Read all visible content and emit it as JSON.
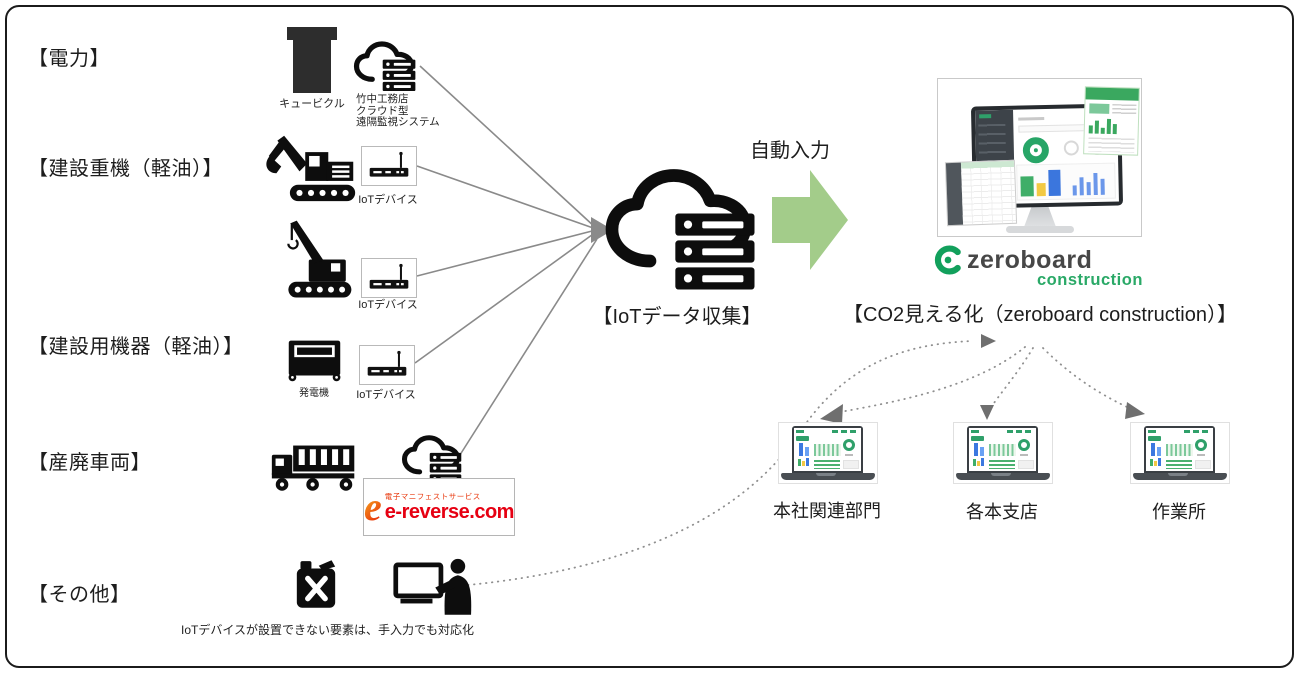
{
  "frame": {
    "background": "#ffffff",
    "border_color": "#1b1b1b"
  },
  "categories": {
    "power": "【電力】",
    "heavy_machinery": "【建設重機（軽油）】",
    "construction_equipment": "【建設用機器（軽油）】",
    "waste_vehicle": "【産廃車両】",
    "other": "【その他】"
  },
  "labels": {
    "cubicle": "キュービクル",
    "takenaka_lines": [
      "竹中工務店",
      "クラウド型",
      "遠隔監視システム"
    ],
    "iot_device": "IoTデバイス",
    "generator": "発電機",
    "manual_note": "IoTデバイスが設置できない要素は、手入力でも対応化"
  },
  "ereverse": {
    "tagline": "電子マニフェストサービス",
    "name": "e-reverse.com"
  },
  "hub": {
    "label": "【IoTデータ収集】"
  },
  "flow": {
    "auto_input": "自動入力"
  },
  "zeroboard": {
    "brand": "zeroboard",
    "sub": "construction",
    "caption": "【CO2見える化（zeroboard construction）】"
  },
  "destinations": [
    {
      "label": "本社関連部門"
    },
    {
      "label": "各本支店"
    },
    {
      "label": "作業所"
    }
  ],
  "colors": {
    "flow_arrow_green": "#a3cc8a",
    "brand_green": "#12a05c",
    "ereverse_red": "#e60012",
    "ereverse_orange": "#ef8200",
    "connector_gray": "#8a8a8a"
  }
}
